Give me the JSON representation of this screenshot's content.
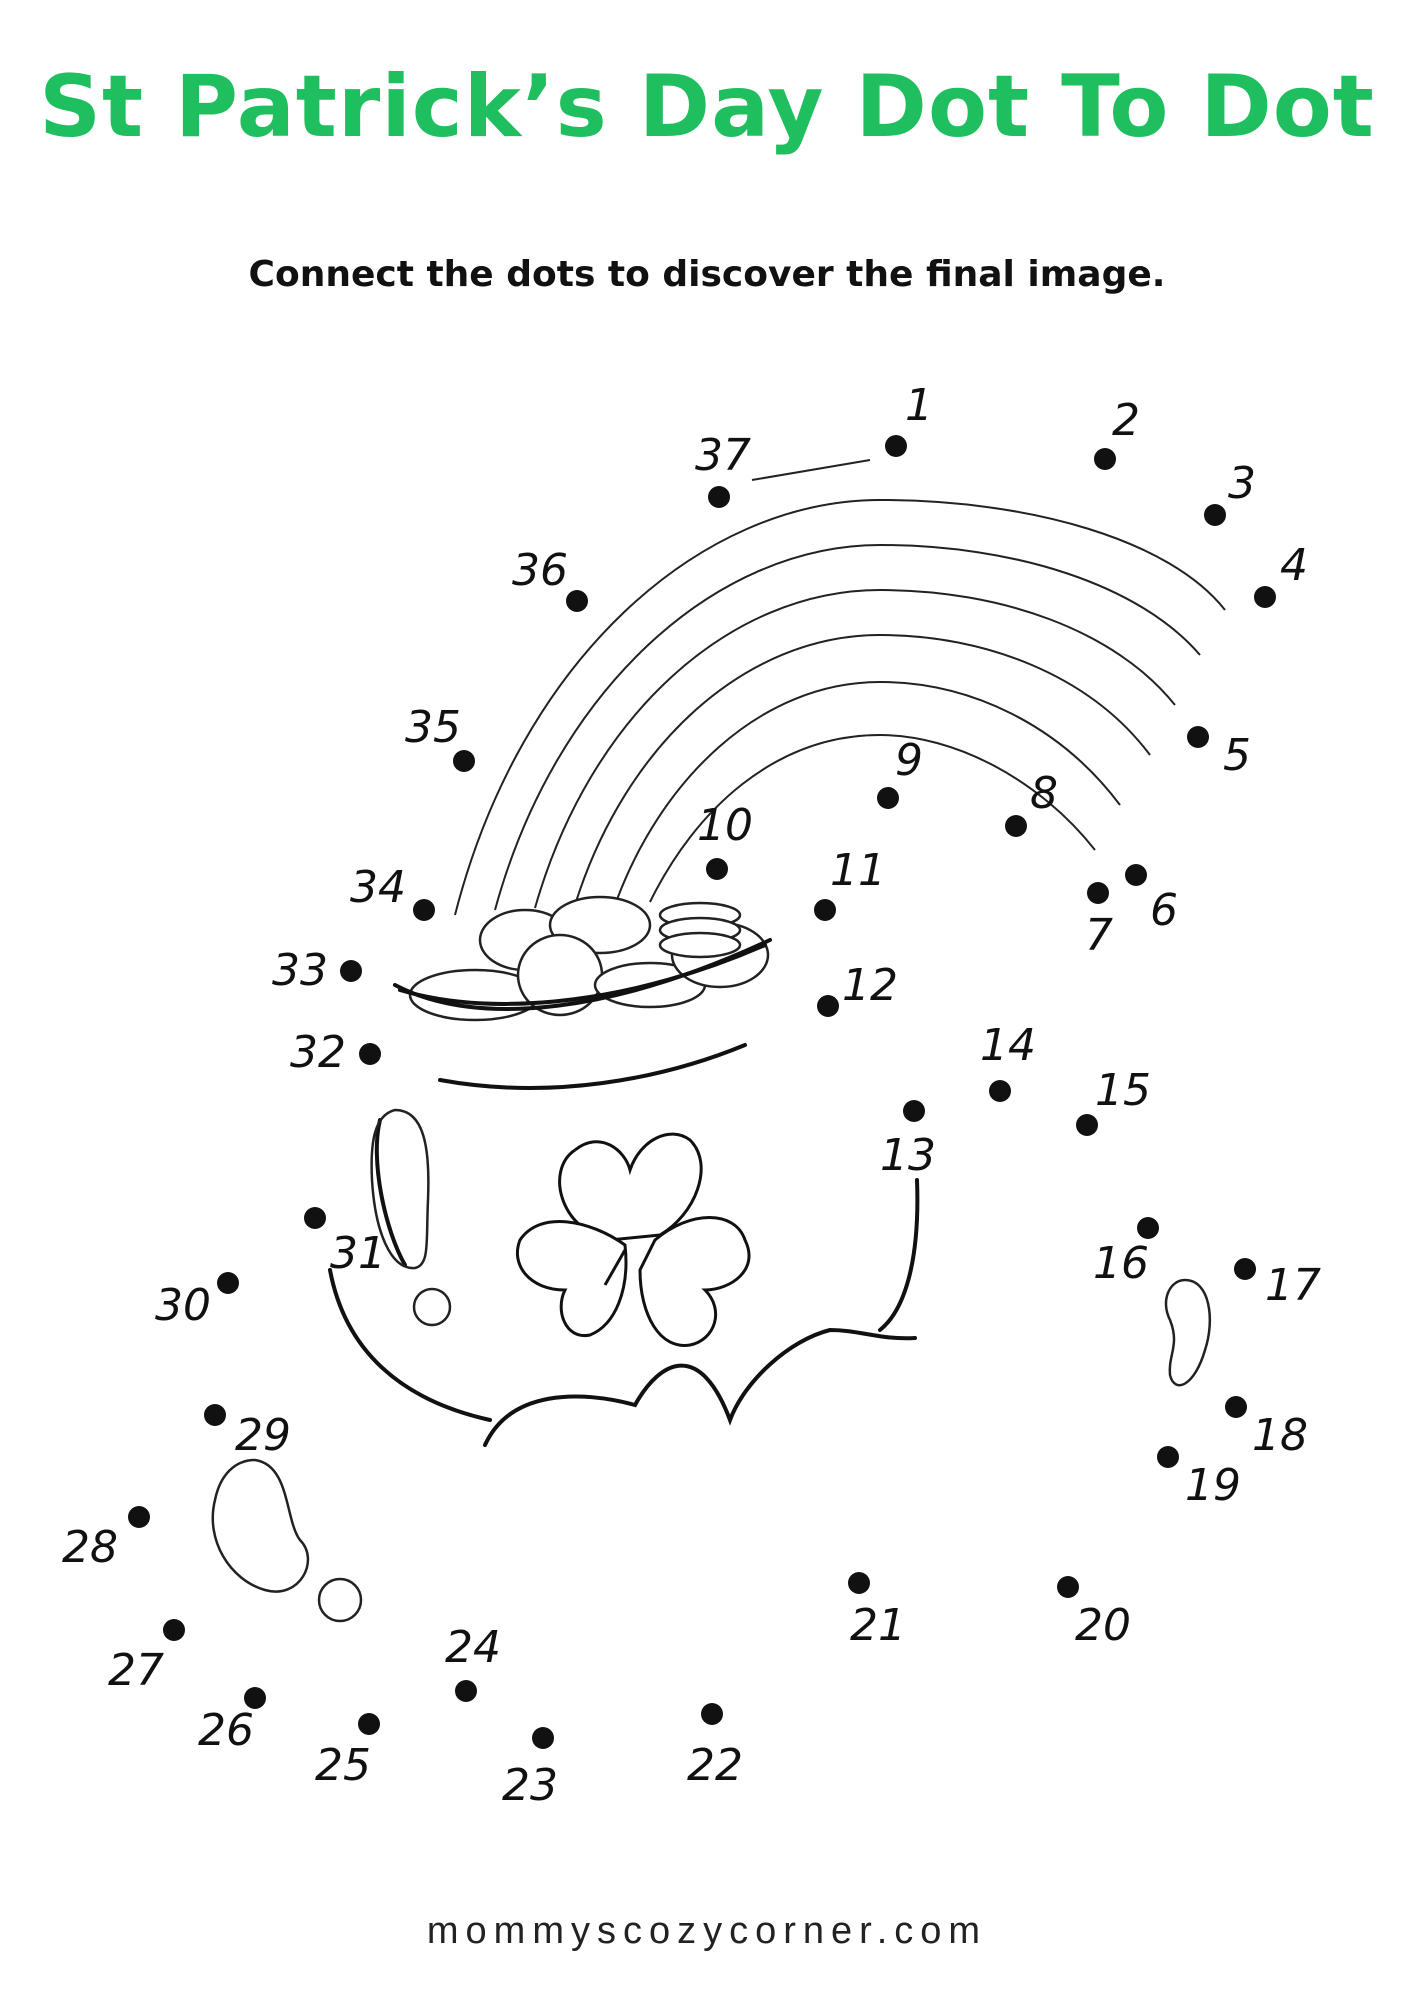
{
  "header": {
    "title": "St Patrick’s Day Dot To Dot",
    "subtitle": "Connect the dots to discover the final image."
  },
  "footer": {
    "website": "mommyscozycorner.com"
  },
  "dots": {
    "labels": [
      "1",
      "2",
      "3",
      "4",
      "5",
      "6",
      "7",
      "8",
      "9",
      "10",
      "11",
      "12",
      "13",
      "14",
      "15",
      "16",
      "17",
      "18",
      "19",
      "20",
      "21",
      "22",
      "23",
      "24",
      "25",
      "26",
      "27",
      "28",
      "29",
      "30",
      "31",
      "32",
      "33",
      "34",
      "35",
      "36",
      "37"
    ]
  },
  "colors": {
    "title": "#1fbf5f",
    "ink": "#111111"
  }
}
